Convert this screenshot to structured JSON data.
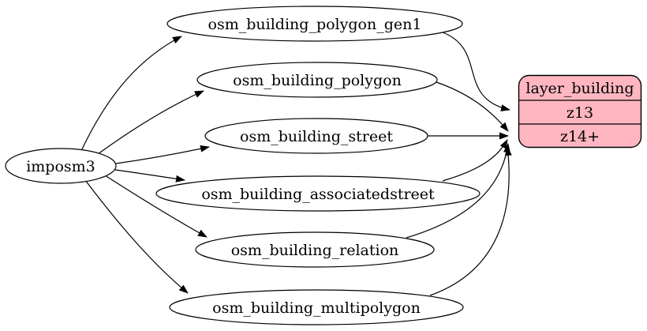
{
  "diagram": {
    "background": "#ffffff",
    "edge_color": "#000000",
    "node_stroke": "#000000",
    "source": {
      "label": "imposm3"
    },
    "tables": [
      {
        "label": "osm_building_polygon_gen1"
      },
      {
        "label": "osm_building_polygon"
      },
      {
        "label": "osm_building_street"
      },
      {
        "label": "osm_building_associatedstreet"
      },
      {
        "label": "osm_building_relation"
      },
      {
        "label": "osm_building_multipolygon"
      }
    ],
    "layer": {
      "title": "layer_building",
      "zoom_rows": [
        "z13",
        "z14+"
      ],
      "fill": "#ffb6c1"
    },
    "edges": [
      {
        "from": "imposm3",
        "to": "osm_building_polygon_gen1"
      },
      {
        "from": "imposm3",
        "to": "osm_building_polygon"
      },
      {
        "from": "imposm3",
        "to": "osm_building_street"
      },
      {
        "from": "imposm3",
        "to": "osm_building_associatedstreet"
      },
      {
        "from": "imposm3",
        "to": "osm_building_relation"
      },
      {
        "from": "imposm3",
        "to": "osm_building_multipolygon"
      },
      {
        "from": "osm_building_polygon_gen1",
        "to": "layer_building:z13"
      },
      {
        "from": "osm_building_polygon",
        "to": "layer_building:z14+"
      },
      {
        "from": "osm_building_street",
        "to": "layer_building:z14+"
      },
      {
        "from": "osm_building_associatedstreet",
        "to": "layer_building:z14+"
      },
      {
        "from": "osm_building_relation",
        "to": "layer_building:z14+"
      },
      {
        "from": "osm_building_multipolygon",
        "to": "layer_building:z14+"
      }
    ]
  }
}
